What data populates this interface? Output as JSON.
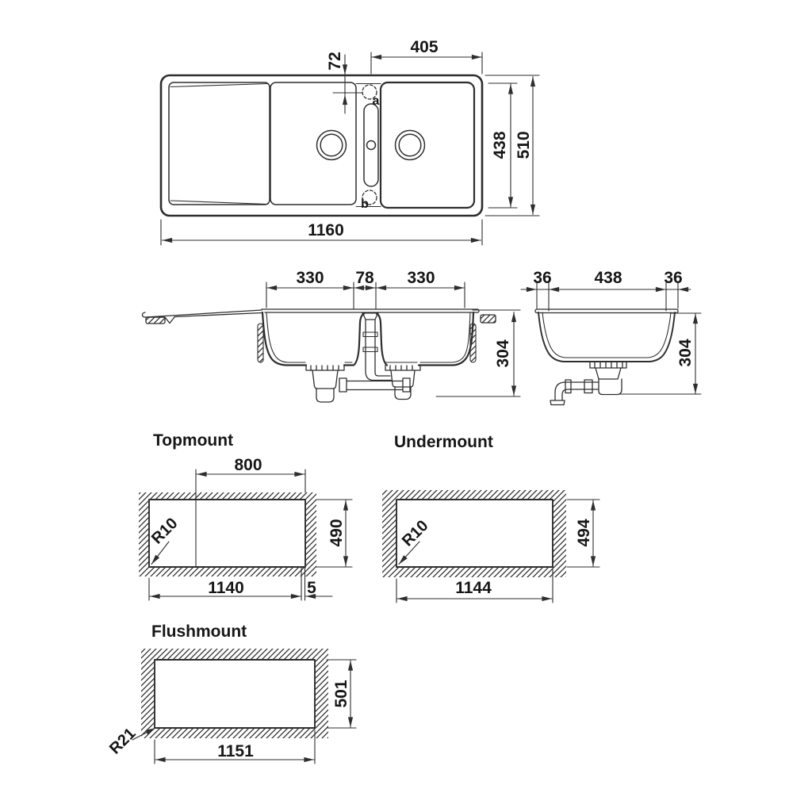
{
  "drawing": {
    "background": "#ffffff",
    "line_color": "#2e2e2e",
    "text_color": "#161616"
  },
  "top_view": {
    "dim_right_bowl_width": "405",
    "dim_hole_offset": "72",
    "dim_inner_height": "438",
    "dim_outer_height": "510",
    "dim_overall_width": "1160",
    "hole_a_label": "a",
    "hole_b_label": "b"
  },
  "long_section": {
    "dim_left_bowl": "330",
    "dim_center_divider": "78",
    "dim_right_bowl": "330",
    "dim_depth": "304"
  },
  "cross_section": {
    "dim_left_rim": "36",
    "dim_bowl_width": "438",
    "dim_right_rim": "36",
    "dim_depth": "304"
  },
  "topmount": {
    "title": "Topmount",
    "dim_bowl_section": "800",
    "dim_cutout_height": "490",
    "dim_cutout_width": "1140",
    "dim_edge_gap": "5",
    "corner_radius": "R10"
  },
  "undermount": {
    "title": "Undermount",
    "dim_cutout_height": "494",
    "dim_cutout_width": "1144",
    "corner_radius": "R10"
  },
  "flushmount": {
    "title": "Flushmount",
    "dim_cutout_height": "501",
    "dim_cutout_width": "1151",
    "corner_radius": "R21"
  }
}
